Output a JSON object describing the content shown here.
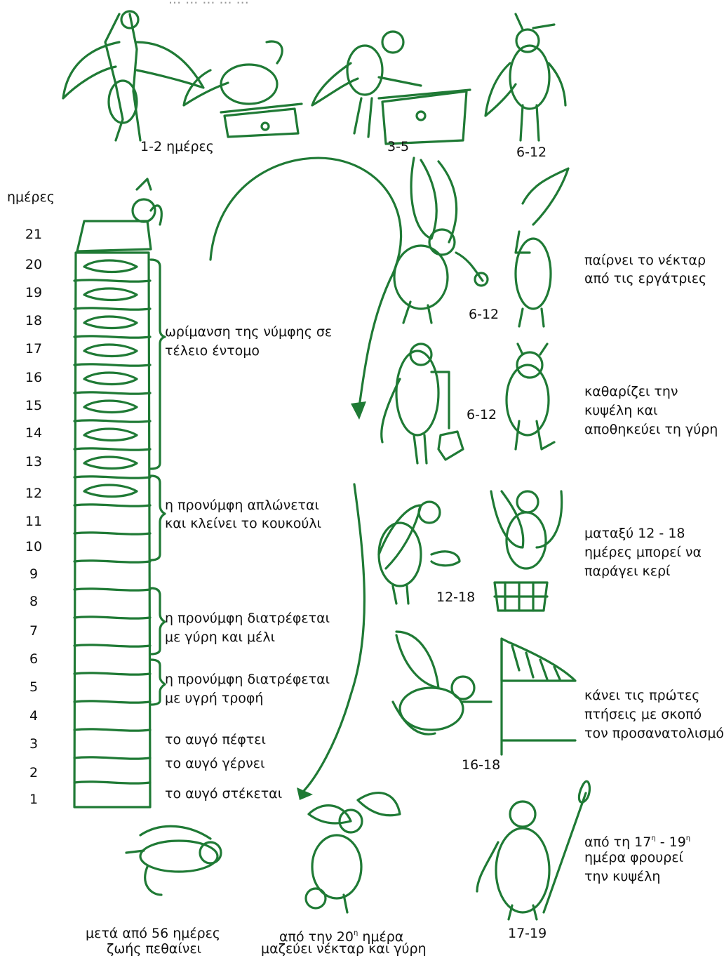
{
  "top_caption": "... ... ... ... ...",
  "days_header": "ημέρες",
  "day_numbers": [
    "21",
    "20",
    "19",
    "18",
    "17",
    "16",
    "15",
    "14",
    "13",
    "12",
    "11",
    "10",
    "9",
    "8",
    "7",
    "6",
    "5",
    "4",
    "3",
    "2",
    "1"
  ],
  "cell_notes": {
    "maturation": [
      "ωρίμανση της νύμφης σε",
      "τέλειο έντομο"
    ],
    "cocoon": [
      "η προνύμφη απλώνεται",
      "και κλείνει το κουκούλι"
    ],
    "pollen_honey": [
      "η προνύμφη διατρέφεται",
      "με γύρη και μέλι"
    ],
    "liquid_food": [
      "η προνύμφη διατρέφεται",
      "με υγρή τροφή"
    ],
    "egg_falls": "το αυγό πέφτει",
    "egg_leans": "το αυγό γέρνει",
    "egg_stands": "το αυγό στέκεται"
  },
  "top_row": {
    "a": "1-2 ημέρες",
    "b": "3-5",
    "c": "6-12"
  },
  "right_column": {
    "r1_days": "6-12",
    "r1_text": [
      "παίρνει το νέκταρ",
      "από τις εργάτριες"
    ],
    "r2_days": "6-12",
    "r2_text": [
      "καθαρίζει την",
      "κυψέλη και",
      "αποθηκεύει τη γύρη"
    ],
    "r3_days": "12-18",
    "r3_text": [
      "ματαξύ 12 - 18",
      "ημέρες μπορεί να",
      "παράγει κερί"
    ],
    "r4_days": "16-18",
    "r4_text": [
      "κάνει τις πρώτες",
      "πτήσεις με σκοπό",
      "τον προσανατολισμό"
    ],
    "r5_text_a": "από τη 17",
    "r5_sup1": "η",
    "r5_text_b": " - 19",
    "r5_sup2": "η",
    "r5_text_c": [
      "ημέρα φρουρεί",
      "την κυψέλη"
    ],
    "r5_days": "17-19"
  },
  "bottom_row": {
    "death": [
      "μετά από 56 ημέρες",
      "ζωής πεθαίνει"
    ],
    "forager_a": "από την 20",
    "forager_sup": "η",
    "forager_b": " ημέρα",
    "forager_c": "μαζεύει νέκταρ και γύρη"
  },
  "colors": {
    "ink": "#1f7a35",
    "text": "#111111"
  }
}
